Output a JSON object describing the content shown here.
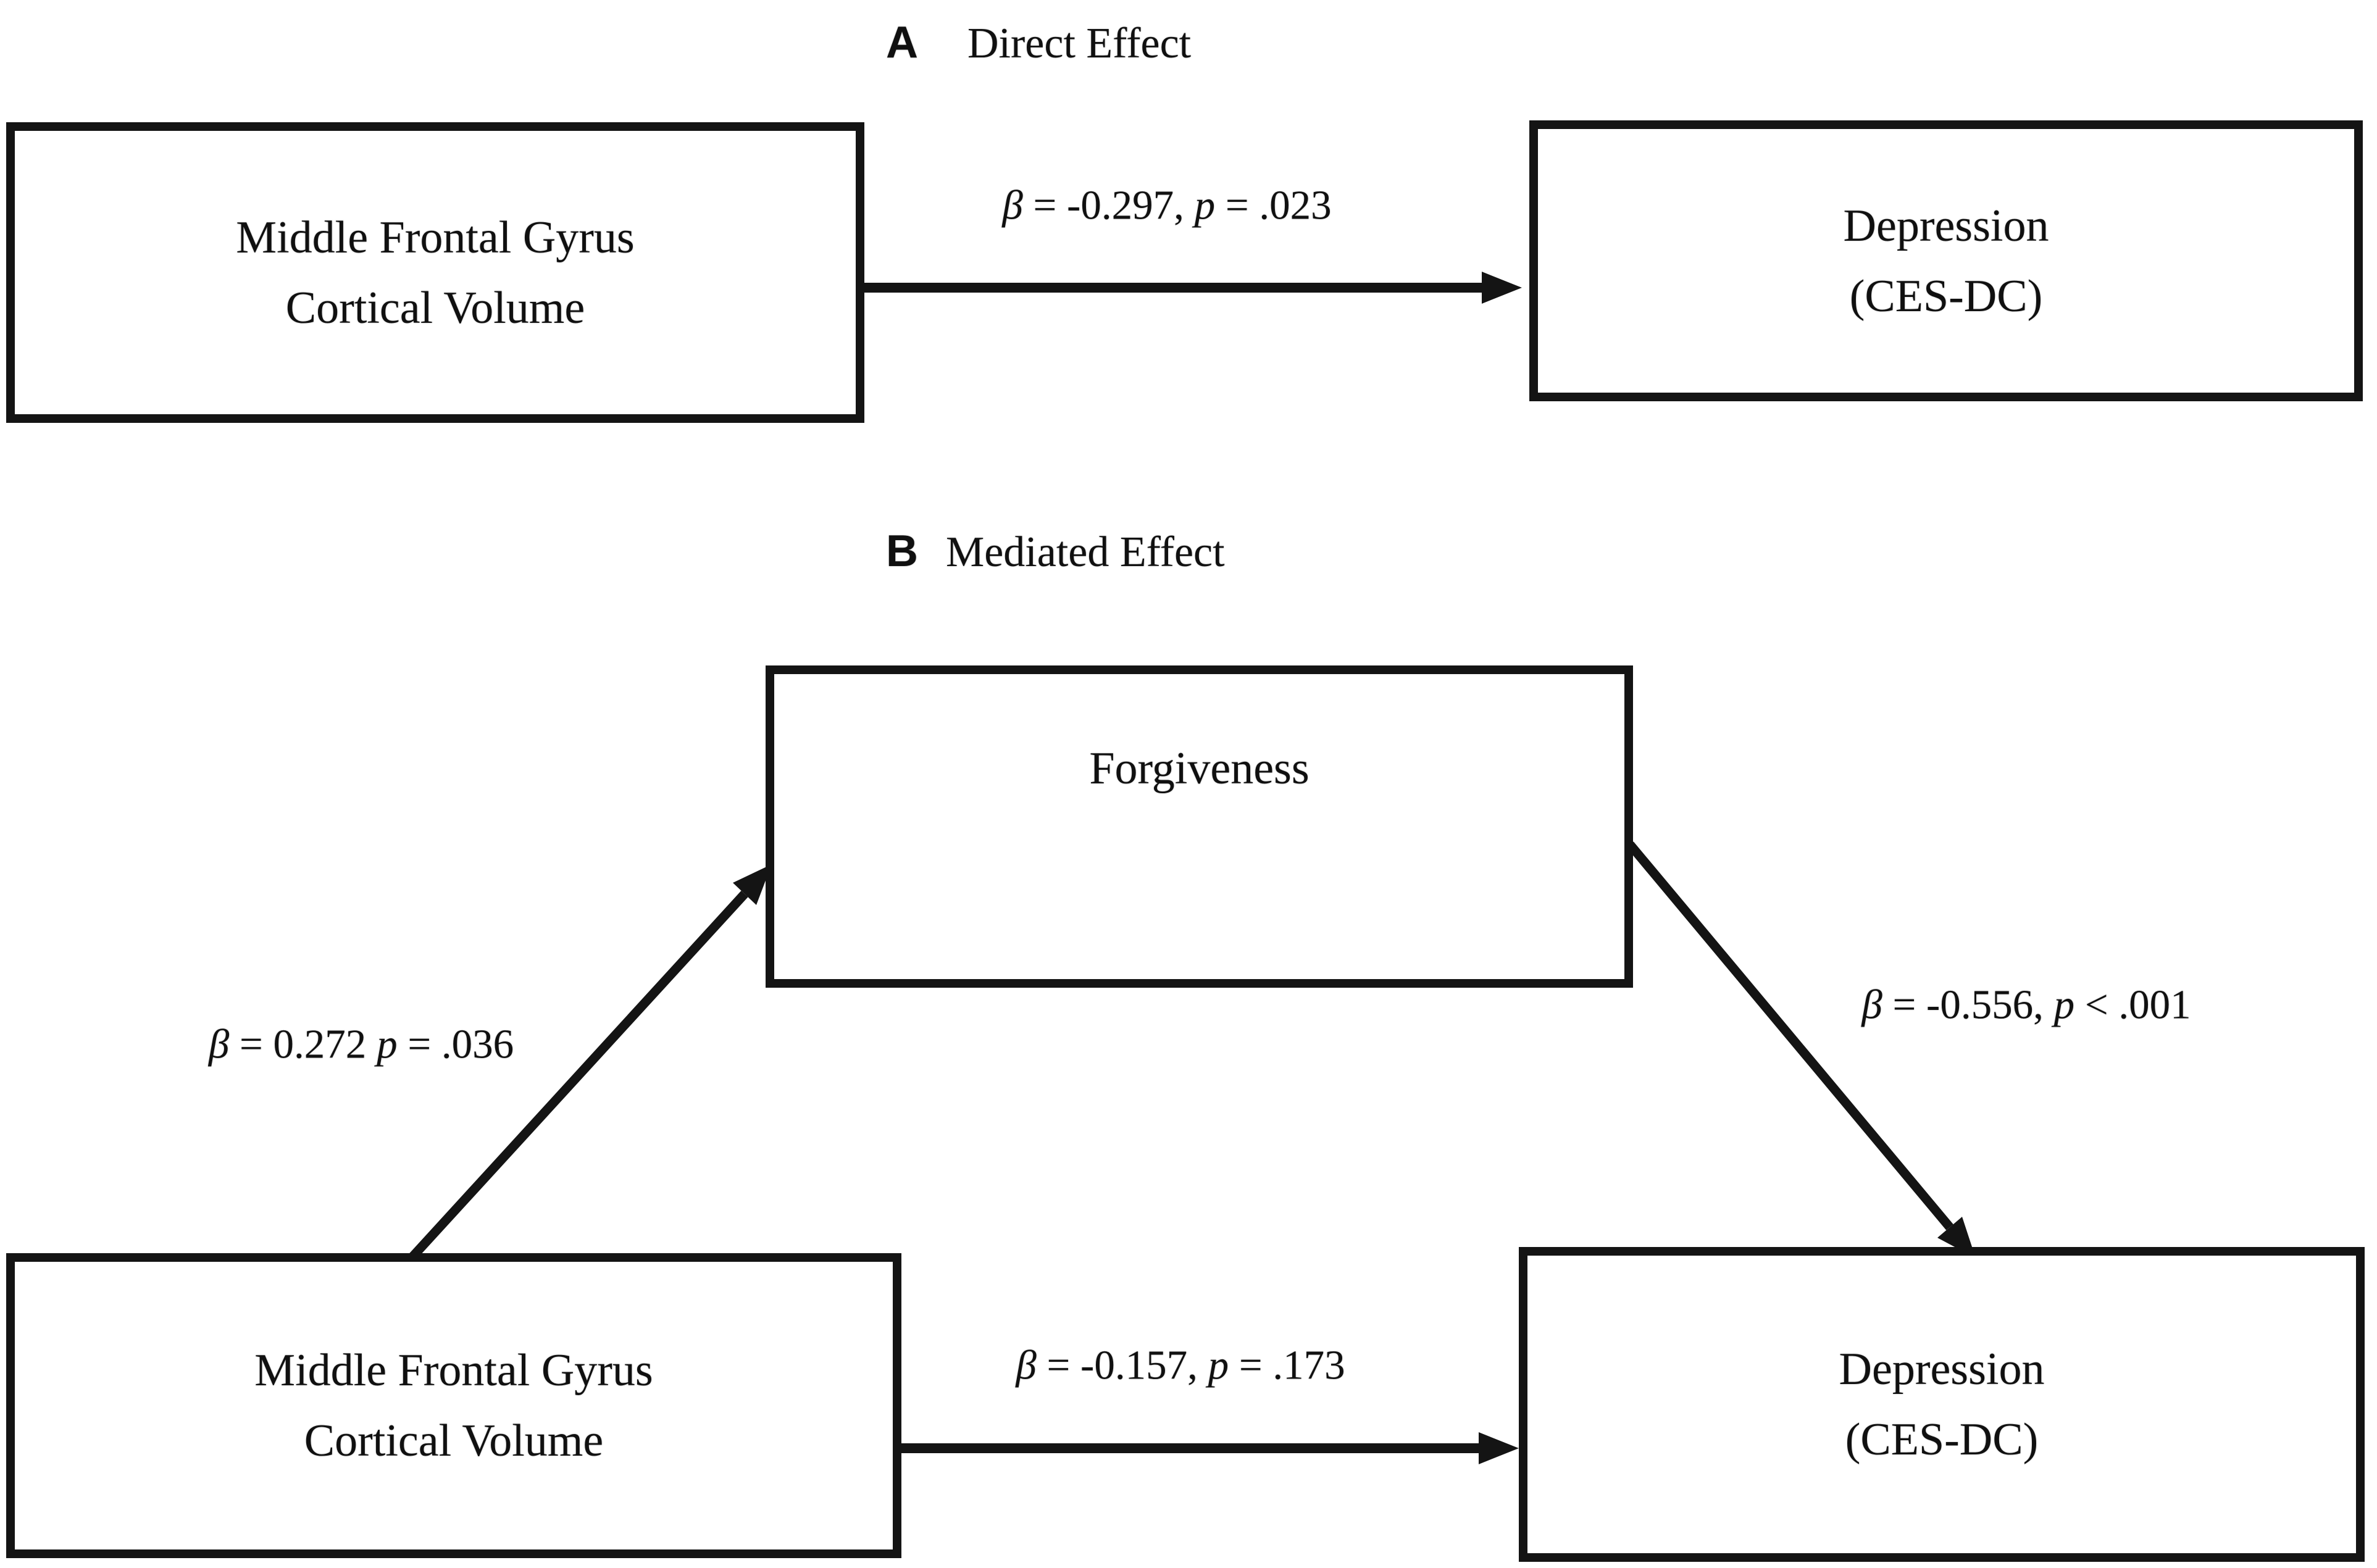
{
  "figure": {
    "bg_color": "#ffffff",
    "ink_color": "#141414"
  },
  "panelA": {
    "tag": "A",
    "title": "Direct Effect",
    "predictor_box": {
      "line1": "Middle Frontal Gyrus",
      "line2": "Cortical Volume"
    },
    "outcome_box": {
      "line1": "Depression",
      "line2": "(CES-DC)"
    },
    "path_direct": {
      "beta_sym": "β",
      "beta_val": " = -0.297, ",
      "p_sym": "p",
      "p_val": " = .023"
    }
  },
  "panelB": {
    "tag": "B",
    "title": "Mediated Effect",
    "mediator_box": {
      "line1": "Forgiveness"
    },
    "predictor_box": {
      "line1": "Middle Frontal Gyrus",
      "line2": "Cortical Volume"
    },
    "outcome_box": {
      "line1": "Depression",
      "line2": "(CES-DC)"
    },
    "path_a": {
      "beta_sym": "β",
      "beta_val": " = 0.272 ",
      "p_sym": "p",
      "p_val": " = .036"
    },
    "path_b": {
      "beta_sym": "β",
      "beta_val": " = -0.556, ",
      "p_sym": "p",
      "p_val": " < .001"
    },
    "path_c": {
      "beta_sym": "β",
      "beta_val": " = -0.157, ",
      "p_sym": "p",
      "p_val": " = .173"
    }
  }
}
